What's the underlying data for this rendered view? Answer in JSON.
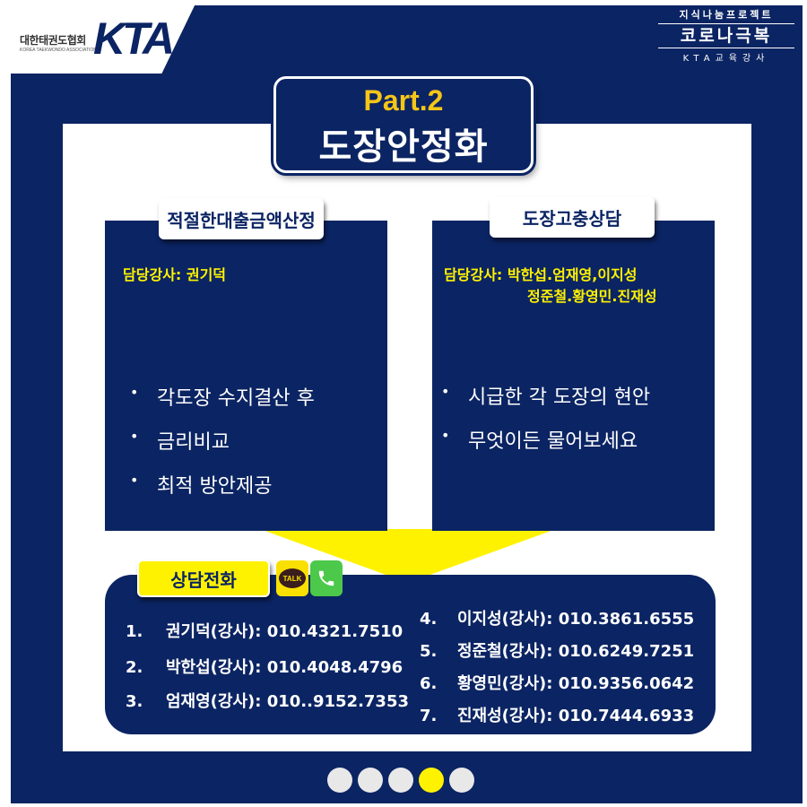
{
  "logo": {
    "org_ko": "대한태권도협회",
    "org_en": "KOREA TAEKWONDO ASSOCIATION",
    "mark": "KTA"
  },
  "badge": {
    "line1": "지식나눔프로젝트",
    "line2": "코로나극복",
    "line3": "KTA교육강사"
  },
  "title": {
    "part": "Part.2",
    "main": "도장안정화"
  },
  "services": [
    {
      "tag": "적절한대출금액산정",
      "lecturer_line1": "담당강사: 권기덕",
      "bullets": [
        "각도장 수지결산 후",
        "금리비교",
        "최적 방안제공"
      ]
    },
    {
      "tag": "도장고충상담",
      "lecturer_line1": "담당강사: 박한섭.엄재영,이지성",
      "lecturer_line2": "정준철.황영민.진재성",
      "bullets": [
        "시급한 각 도장의 현안",
        "무엇이든 물어보세요"
      ]
    }
  ],
  "consult": {
    "tag": "상담전화",
    "talk_icon_label": "TALK",
    "contacts": [
      {
        "num": "1.",
        "text": "권기덕(강사): 010.4321.7510"
      },
      {
        "num": "2.",
        "text": "박한섭(강사): 010.4048.4796"
      },
      {
        "num": "3.",
        "text": "엄재영(강사): 010..9152.7353"
      },
      {
        "num": "4.",
        "text": "이지성(강사): 010.3861.6555"
      },
      {
        "num": "5.",
        "text": "정준철(강사): 010.6249.7251"
      },
      {
        "num": "6.",
        "text": "황영민(강사): 010.9356.0642"
      },
      {
        "num": "7.",
        "text": "진재성(강사): 010.7444.6933"
      }
    ]
  },
  "pager": {
    "total": 5,
    "active_index": 3
  },
  "colors": {
    "navy": "#0b2463",
    "yellow": "#fff200",
    "gold": "#f5c518",
    "white": "#ffffff"
  }
}
